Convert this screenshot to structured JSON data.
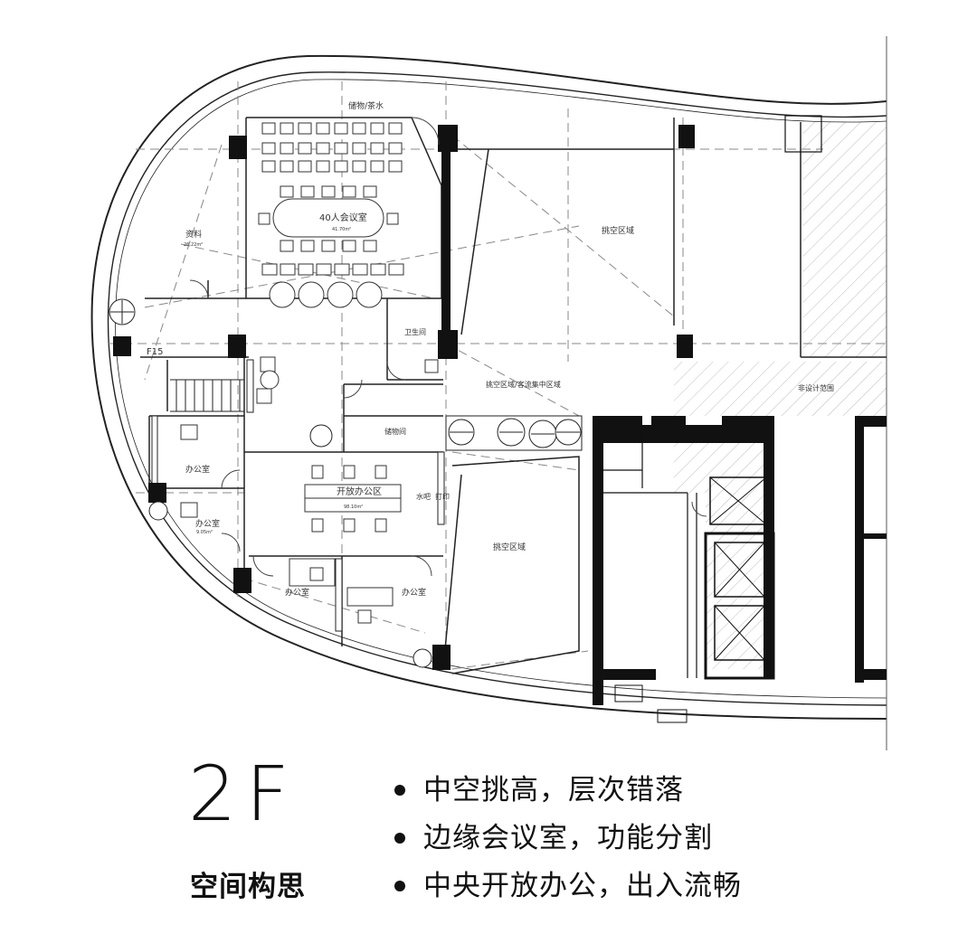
{
  "rooms": {
    "storage_tea": "储物/茶水",
    "meeting40": "40人会议室",
    "meeting40_area": "41.70m²",
    "archive": "资料",
    "archive_area": "26.22m²",
    "void1": "挑空区域",
    "restroom": "卫生间",
    "void_lounge": "挑空区域/客流集中区域",
    "non_design": "非设计范围",
    "f15": "F15",
    "storeroom": "储物间",
    "office": "办公室",
    "office_small": "办公室",
    "office_small_area": "9.05m²",
    "open_office": "开放办公区",
    "open_office_area": "98.10m²",
    "pantry": "水吧",
    "print": "打印",
    "void2": "挑空区域",
    "office_bottom_left": "办公室",
    "office_bottom_right": "办公室"
  },
  "floor": "2F",
  "concept_title": "空间构思",
  "bullets": [
    "中空挑高，层次错落",
    "边缘会议室，功能分割",
    "中央开放办公，出入流畅"
  ]
}
